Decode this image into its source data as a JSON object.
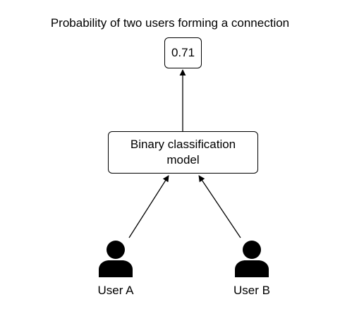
{
  "title": "Probability of two users forming a connection",
  "output": {
    "value": "0.71"
  },
  "model": {
    "line1": "Binary classification",
    "line2": "model"
  },
  "users": [
    {
      "label": "User A",
      "icon": "user-icon"
    },
    {
      "label": "User B",
      "icon": "user-icon"
    }
  ]
}
